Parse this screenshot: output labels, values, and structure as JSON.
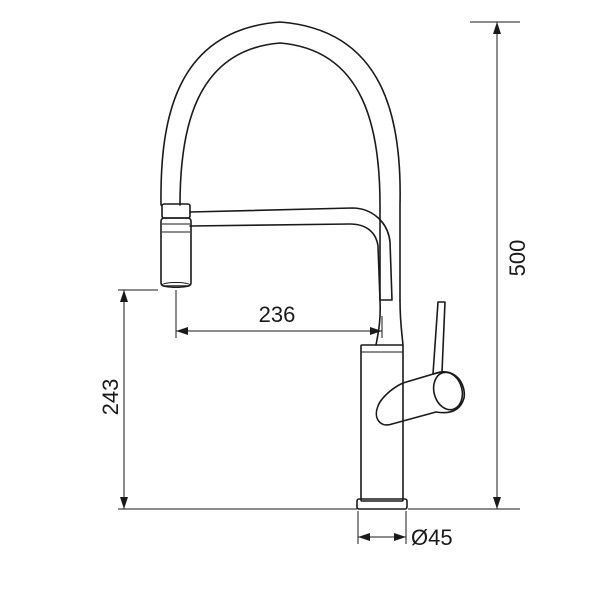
{
  "dimensions": {
    "spout_reach": "236",
    "spout_height": "243",
    "total_height": "500",
    "base_diameter": "Ø45"
  },
  "colors": {
    "line": "#1a1a1a",
    "background": "#ffffff"
  }
}
